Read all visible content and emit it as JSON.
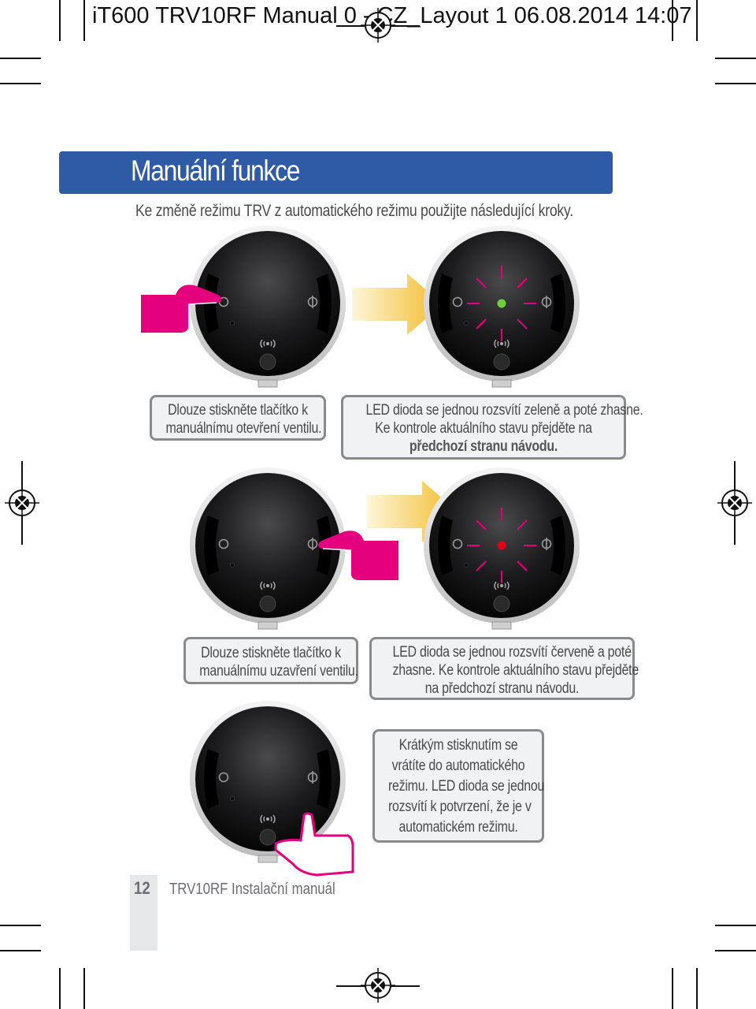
{
  "slug": "iT600 TRV10RF Manual 0 - CZ_Layout 1  06.08.2014  14:07",
  "header": {
    "title": "Manuální funkce",
    "intro": "Ke změně režimu TRV z automatického režimu použijte následující kroky."
  },
  "steps": {
    "open_press": [
      "Dlouze stiskněte tlačítko k",
      "manuálnímu otevření ventilu."
    ],
    "open_led": [
      "LED dioda se jednou rozsvítí zeleně a poté zhasne.",
      "Ke kontrole aktuálního stavu přejděte na",
      "předchozí stranu návodu."
    ],
    "close_press": [
      "Dlouze stiskněte tlačítko k",
      "manuálnímu uzavření ventilu."
    ],
    "close_led": [
      "LED dioda se jednou rozsvítí červeně a poté",
      "zhasne. Ke kontrole aktuálního stavu přejděte",
      "na předchozí stranu návodu."
    ],
    "auto_return": [
      "Krátkým stisknutím se",
      "vrátíte do automatického",
      "režimu. LED dioda se jednou",
      "rozsvítí k potvrzení, že je v",
      "automatickém režimu."
    ]
  },
  "footer": {
    "page_number": "12",
    "manual_title": "TRV10RF Instalační manuál"
  },
  "colors": {
    "title_bar": "#2f5aa5",
    "hand": "#e5007e",
    "led_green": "#6ccf3c",
    "led_red": "#e3001b",
    "arrow": "#f6c540"
  },
  "icons": [
    "hand-pointer-icon",
    "arrow-right-icon",
    "led-flash-icon",
    "antenna-icon",
    "registration-mark-icon"
  ]
}
